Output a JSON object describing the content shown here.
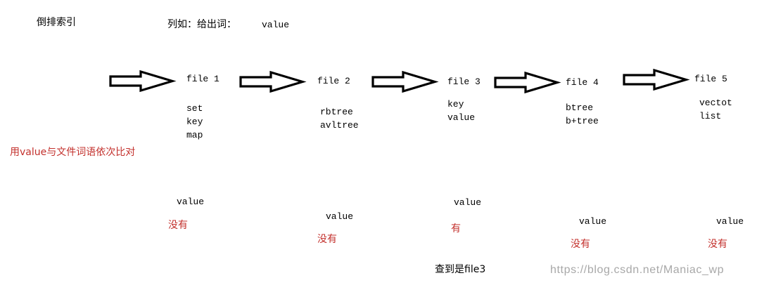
{
  "title": "倒排索引",
  "example": {
    "label": "列如：给出词：",
    "word": "value"
  },
  "instruction": "用value与文件词语依次比对",
  "files": [
    {
      "name": "file 1",
      "words": [
        "set",
        "key",
        "map"
      ],
      "query": "value",
      "result": "没有"
    },
    {
      "name": "file 2",
      "words": [
        "rbtree",
        "avltree"
      ],
      "query": "value",
      "result": "没有"
    },
    {
      "name": "file 3",
      "words": [
        "key",
        "value"
      ],
      "query": "value",
      "result": "有"
    },
    {
      "name": "file 4",
      "words": [
        "btree",
        "b+tree"
      ],
      "query": "value",
      "result": "没有"
    },
    {
      "name": "file 5",
      "words": [
        "vectot",
        "list"
      ],
      "query": "value",
      "result": "没有"
    }
  ],
  "conclusion": "查到是file3",
  "watermark": "https://blog.csdn.net/Maniac_wp",
  "colors": {
    "text": "#000000",
    "result": "#c3302c",
    "watermark": "#a8a8a8",
    "arrow_stroke": "#000000",
    "arrow_fill": "#ffffff"
  }
}
